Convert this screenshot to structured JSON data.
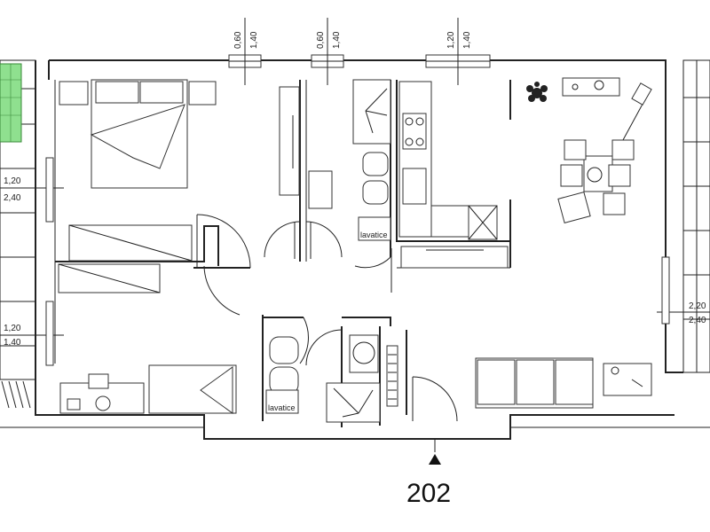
{
  "unit_number": "202",
  "appliance_label": "lavatice",
  "window_dims": {
    "top_left": [
      "0,60",
      "1,40"
    ],
    "top_middle": [
      "0,60",
      "1,40"
    ],
    "top_right": [
      "1,20",
      "1,40"
    ],
    "left_upper": [
      "1,20",
      "2,40"
    ],
    "left_lower": [
      "1,20",
      "1,40"
    ],
    "right": [
      "2,20",
      "2,40"
    ]
  },
  "colors": {
    "green_highlight": "#8fe08f",
    "line": "#222222"
  },
  "icons": [
    "north-arrow-icon",
    "plant-icon",
    "lamp-icon"
  ]
}
